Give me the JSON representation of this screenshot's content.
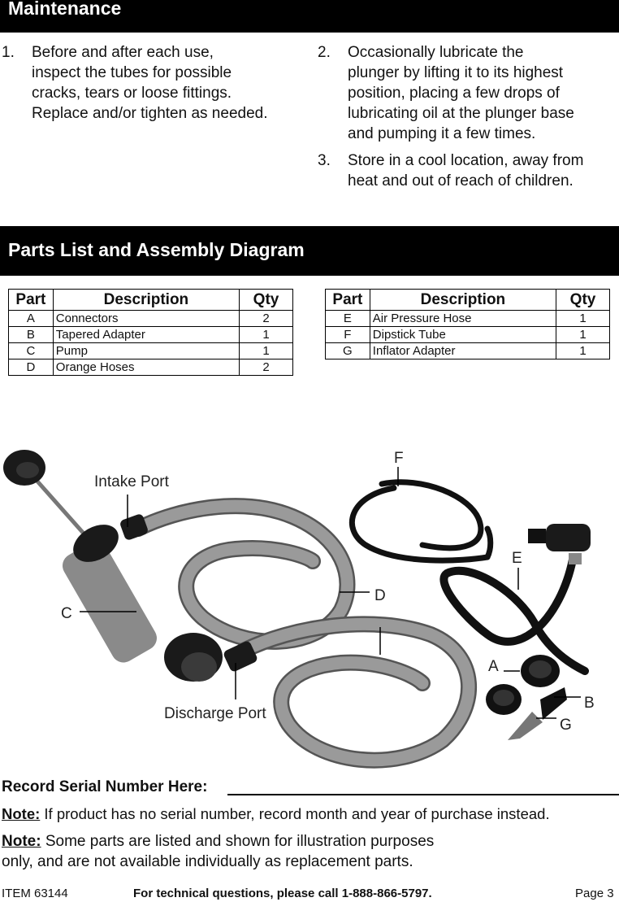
{
  "maintenance": {
    "title": "Maintenance",
    "steps": [
      {
        "num": "1.",
        "lines": [
          "Before and after each use,",
          "inspect the tubes for possible",
          "cracks, tears or loose fittings.",
          "Replace and/or tighten as needed."
        ]
      },
      {
        "num": "2.",
        "lines": [
          "Occasionally lubricate the",
          "plunger by lifting it to its highest",
          "position, placing a few drops of",
          "lubricating oil at the plunger base",
          "and pumping it a few times."
        ]
      },
      {
        "num": "3.",
        "lines": [
          "Store in a cool location, away from",
          "heat and out of reach of children."
        ]
      }
    ]
  },
  "parts": {
    "title": "Parts List and Assembly Diagram",
    "headers": [
      "Part",
      "Description",
      "Qty"
    ],
    "left": [
      [
        "A",
        "Connectors",
        "2"
      ],
      [
        "B",
        "Tapered Adapter",
        "1"
      ],
      [
        "C",
        "Pump",
        "1"
      ],
      [
        "D",
        "Orange Hoses",
        "2"
      ]
    ],
    "right": [
      [
        "E",
        "Air Pressure Hose",
        "1"
      ],
      [
        "F",
        "Dipstick Tube",
        "1"
      ],
      [
        "G",
        "Inflator Adapter",
        "1"
      ]
    ]
  },
  "diagram": {
    "labels": {
      "intake": "Intake Port",
      "discharge": "Discharge Port",
      "C": "C",
      "D": "D",
      "E": "E",
      "F": "F",
      "A": "A",
      "B": "B",
      "G": "G"
    }
  },
  "serial": {
    "label": "Record Serial Number Here:"
  },
  "notes": [
    {
      "label": "Note:",
      "lines": [
        " If product has no serial number, record month and year of purchase instead."
      ]
    },
    {
      "label": "Note:",
      "lines": [
        " Some parts are listed and shown for illustration purposes",
        "only, and are not available individually as replacement parts."
      ]
    }
  ],
  "footer": {
    "item": "ITEM 63144",
    "tech": "For technical questions, please call 1-888-866-5797.",
    "page": "Page 3"
  }
}
